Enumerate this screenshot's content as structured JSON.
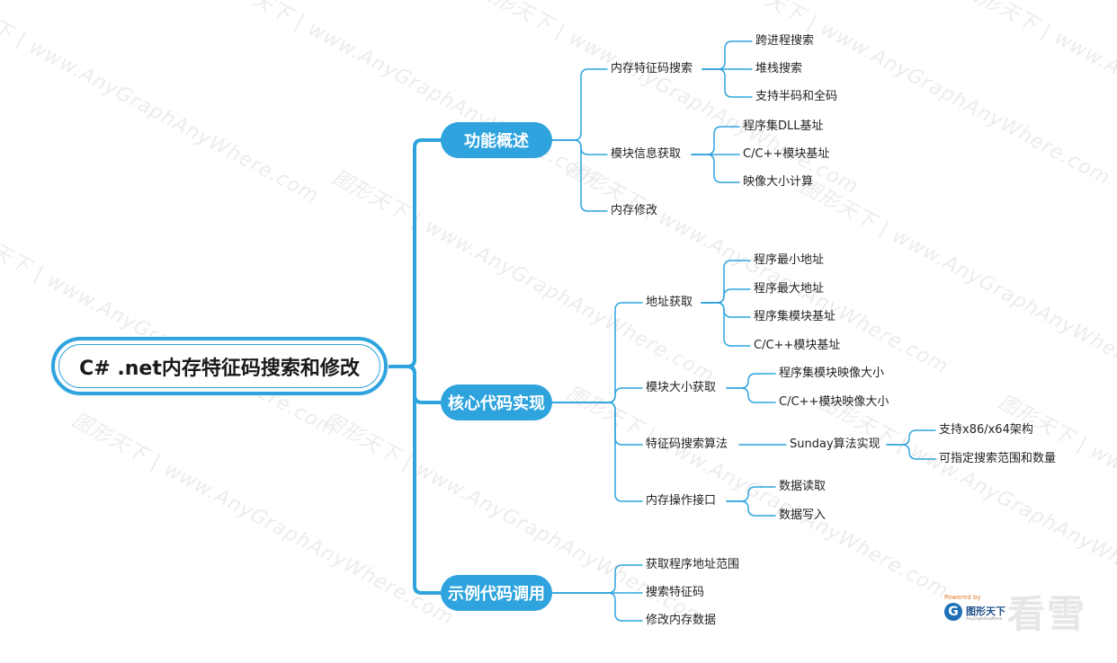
{
  "root": "C# .net内存特征码搜索和修改",
  "branches": [
    {
      "label": "功能概述",
      "children": [
        {
          "label": "内存特征码搜索",
          "children": [
            "跨进程搜索",
            "堆栈搜索",
            "支持半码和全码"
          ]
        },
        {
          "label": "模块信息获取",
          "children": [
            "程序集DLL基址",
            "C/C++模块基址",
            "映像大小计算"
          ]
        },
        {
          "label": "内存修改",
          "children": []
        }
      ]
    },
    {
      "label": "核心代码实现",
      "children": [
        {
          "label": "地址获取",
          "children": [
            "程序最小地址",
            "程序最大地址",
            "程序集模块基址",
            "C/C++模块基址"
          ]
        },
        {
          "label": "模块大小获取",
          "children": [
            "程序集模块映像大小",
            "C/C++模块映像大小"
          ]
        },
        {
          "label": "特征码搜索算法",
          "mid": "Sunday算法实现",
          "children": [
            "支持x86/x64架构",
            "可指定搜索范围和数量"
          ]
        },
        {
          "label": "内存操作接口",
          "children": [
            "数据读取",
            "数据写入"
          ]
        }
      ]
    },
    {
      "label": "示例代码调用",
      "children": [
        {
          "label": "获取程序地址范围",
          "children": []
        },
        {
          "label": "搜索特征码",
          "children": []
        },
        {
          "label": "修改内存数据",
          "children": []
        }
      ]
    }
  ],
  "watermark": "图形天下 | www.AnyGraphAnyWhere.com",
  "logo": {
    "powered": "Powered by",
    "brand": "图形天下",
    "sub": "AnyGraphAnyWhere",
    "mark": "G"
  },
  "corner_mark": "看雪",
  "colors": {
    "accent": "#2ea3dd",
    "line": "#2ea3dd"
  }
}
